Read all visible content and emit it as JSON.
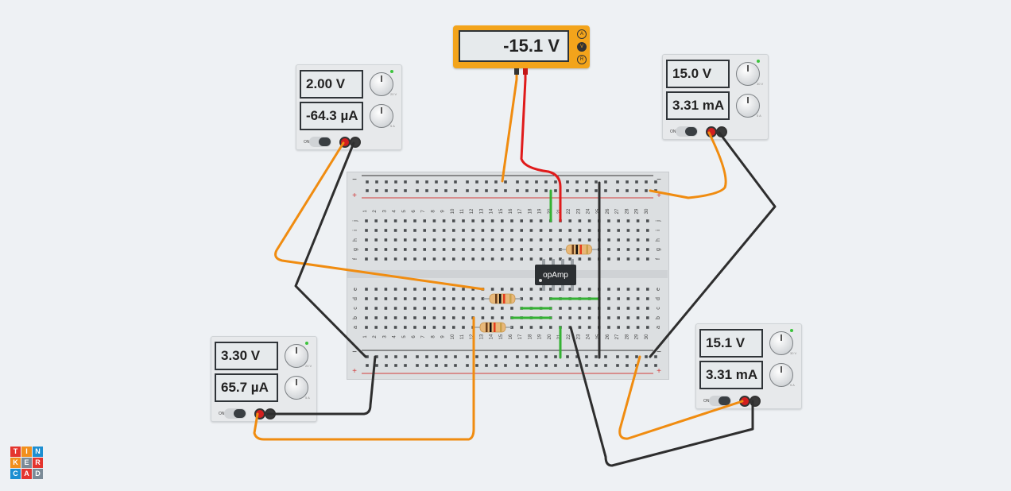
{
  "multimeter": {
    "reading": "-15.1 V",
    "modes": [
      "A",
      "V",
      "R"
    ],
    "active_mode": "V"
  },
  "supplies": [
    {
      "id": "top-left",
      "voltage": "2.00 V",
      "current": "-64.3 µA",
      "switch_label": "ON",
      "voltage_range": "20 V",
      "current_range": "5 A"
    },
    {
      "id": "top-right",
      "voltage": "15.0 V",
      "current": "3.31 mA",
      "switch_label": "ON",
      "voltage_range": "30 V",
      "current_range": "5 A"
    },
    {
      "id": "bottom-left",
      "voltage": "3.30 V",
      "current": "65.7 µA",
      "switch_label": "ON",
      "voltage_range": "20 V",
      "current_range": "5 A"
    },
    {
      "id": "bottom-right",
      "voltage": "15.1 V",
      "current": "3.31 mA",
      "switch_label": "ON",
      "voltage_range": "30 V",
      "current_range": "5 A"
    }
  ],
  "breadboard": {
    "column_numbers": [
      "1",
      "2",
      "3",
      "4",
      "5",
      "6",
      "7",
      "8",
      "9",
      "10",
      "11",
      "12",
      "13",
      "14",
      "15",
      "16",
      "17",
      "18",
      "19",
      "20",
      "21",
      "22",
      "23",
      "24",
      "25",
      "26",
      "27",
      "28",
      "29",
      "30"
    ],
    "row_letters_top": [
      "j",
      "i",
      "h",
      "g",
      "f"
    ],
    "row_letters_bottom": [
      "e",
      "d",
      "c",
      "b",
      "a"
    ],
    "rail_minus": "−",
    "rail_plus": "+"
  },
  "chip": {
    "label": "opAmp"
  },
  "logo": {
    "letters": [
      "T",
      "I",
      "N",
      "K",
      "E",
      "R",
      "C",
      "A",
      "D"
    ]
  },
  "colors": {
    "wire_orange": "#f08c10",
    "wire_red": "#e01b1b",
    "wire_black": "#2e2e2e",
    "wire_green": "#34b233",
    "multimeter_body": "#f3a41b",
    "logo_red": "#e4352e",
    "logo_orange": "#f28f1c",
    "logo_blue": "#1d8fd1",
    "logo_gray": "#7b8b97"
  }
}
